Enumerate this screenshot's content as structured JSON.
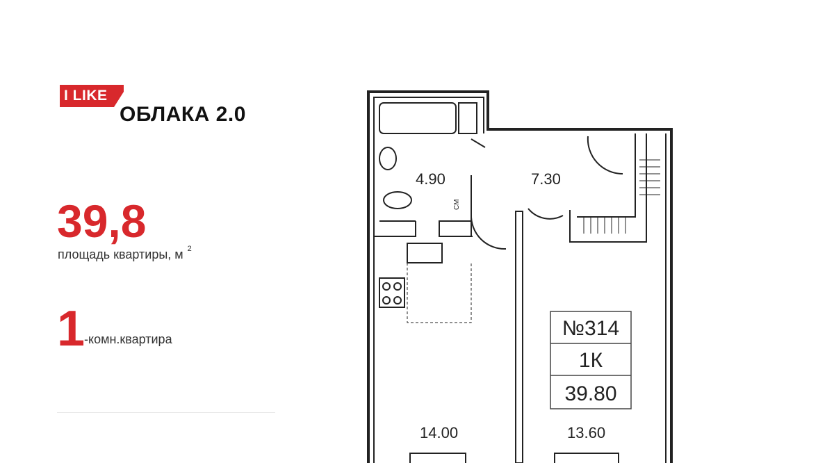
{
  "brand": {
    "logo_text": "I LIKE",
    "project_name": "ОБЛАКА 2.0",
    "accent_color": "#d8282c"
  },
  "apartment": {
    "area_value": "39,8",
    "area_label": "площадь квартиры, м",
    "area_unit_sup": "2",
    "rooms_value": "1",
    "rooms_label": "-комн.квартира"
  },
  "plan": {
    "rooms": {
      "bathroom": "4.90",
      "hall": "7.30",
      "kitchen": "14.00",
      "bedroom": "13.60"
    },
    "washer_label": "СМ",
    "badge": {
      "number": "№314",
      "type": "1К",
      "area": "39.80"
    }
  }
}
